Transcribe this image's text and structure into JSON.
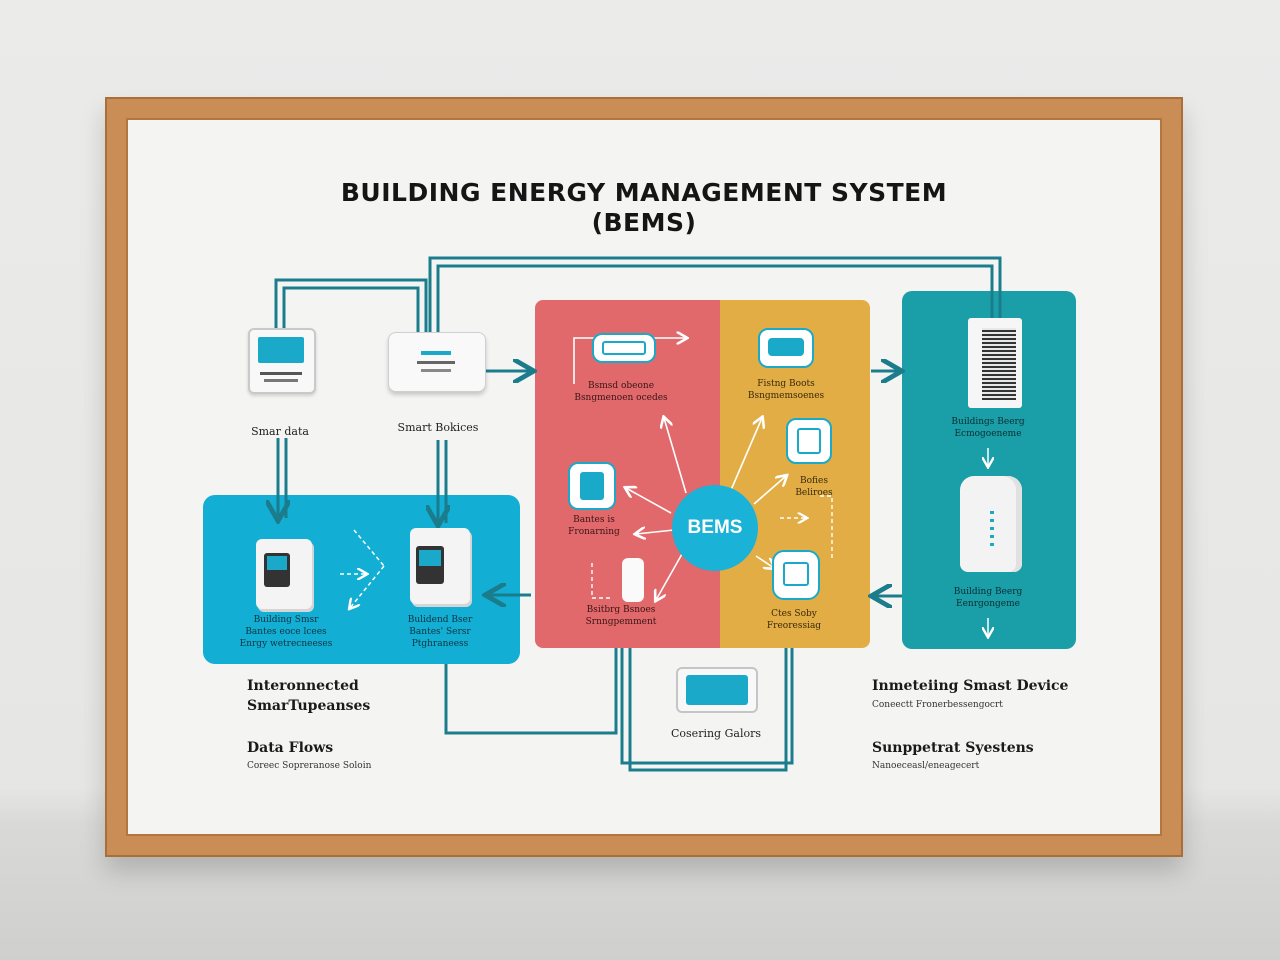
{
  "title": {
    "line1": "BUILDING ENERGY MANAGEMENT SYSTEM",
    "line2": "(BEMS)"
  },
  "colors": {
    "frame": "#c98d55",
    "teal_panel": "#1a9fa8",
    "blue_panel": "#13aed4",
    "red_panel": "#e2696b",
    "yellow_panel": "#e2ad45",
    "wire": "#1b7c8c",
    "hub": "#1ab2d6"
  },
  "top_devices": {
    "left_label": "Smar data",
    "right_label": "Smart Bokices"
  },
  "blue_panel": {
    "left_label": [
      "Building Smsr",
      "Bantes eoce lcees",
      "Enrgy wetrecneeses"
    ],
    "right_label": [
      "Bulidend Bser",
      "Bantes' Sersr",
      "Ptghraneess"
    ]
  },
  "center": {
    "hub_label": "BEMS",
    "red_top_label": [
      "Bsmsd obeone",
      "Bsngmenoen ocedes"
    ],
    "red_mid_label": [
      "Bantes is",
      "Fronarning"
    ],
    "red_bottom_label": [
      "Bsitbrg Bsnoes",
      "Srnngpemment"
    ],
    "yellow_top_label": [
      "Fistng Boots",
      "Bsngmemsoenes"
    ],
    "yellow_mid_label": [
      "Bofies",
      "Beliroes"
    ],
    "yellow_bottom_label": [
      "Ctes Soby",
      "Freoressiag"
    ]
  },
  "teal_panel": {
    "top_label": [
      "Buildings Beerg",
      "Ecmogoeneme"
    ],
    "bottom_label": [
      "Building Beerg",
      "Eenrgongeme"
    ]
  },
  "bottom_center": {
    "label": "Cosering Galors"
  },
  "left_notes": [
    {
      "heading": [
        "Interonnected",
        "SmarTupeanses"
      ],
      "sub": ""
    },
    {
      "heading": [
        "Data Flows"
      ],
      "sub": "Coreec Sopreranose Soloin"
    }
  ],
  "right_notes": [
    {
      "heading": [
        "Inmeteiing Smast Device"
      ],
      "sub": "Coneectt Fronerbessengocrt"
    },
    {
      "heading": [
        "Sunppetrat Syestens"
      ],
      "sub": "Nanoeceasl/eneagecert"
    }
  ]
}
